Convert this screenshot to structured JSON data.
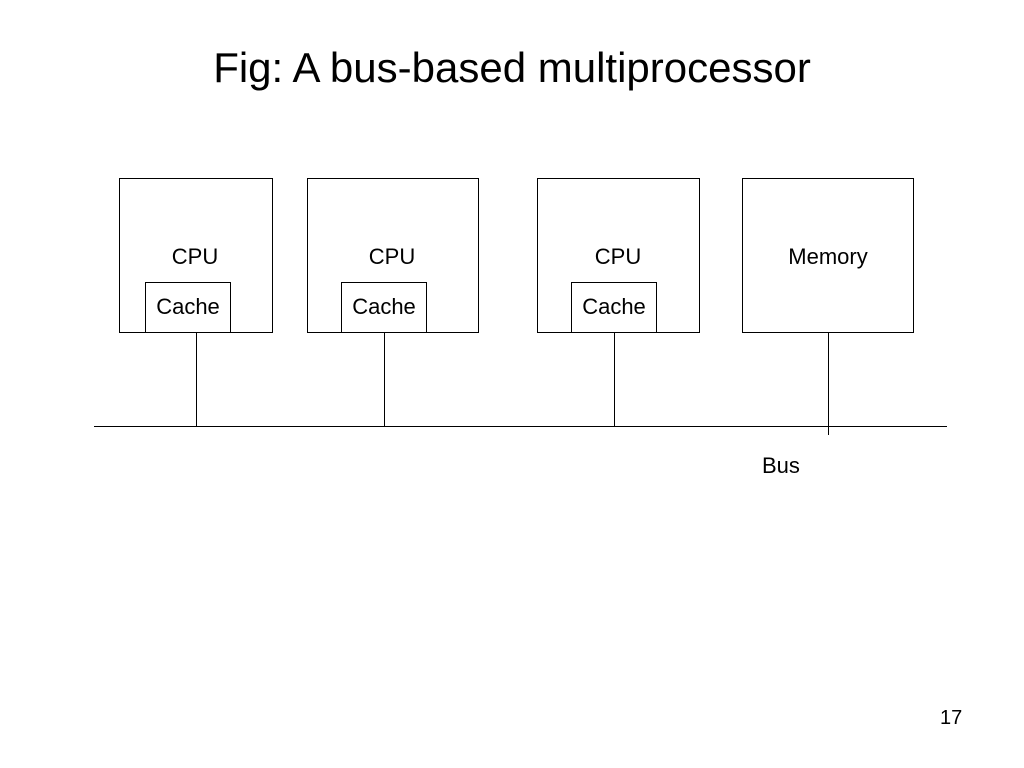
{
  "slide": {
    "title": "Fig: A bus-based multiprocessor",
    "page_number": "17"
  },
  "diagram": {
    "processors": [
      {
        "label": "CPU",
        "cache_label": "Cache"
      },
      {
        "label": "CPU",
        "cache_label": "Cache"
      },
      {
        "label": "CPU",
        "cache_label": "Cache"
      }
    ],
    "memory": {
      "label": "Memory"
    },
    "bus": {
      "label": "Bus"
    }
  }
}
